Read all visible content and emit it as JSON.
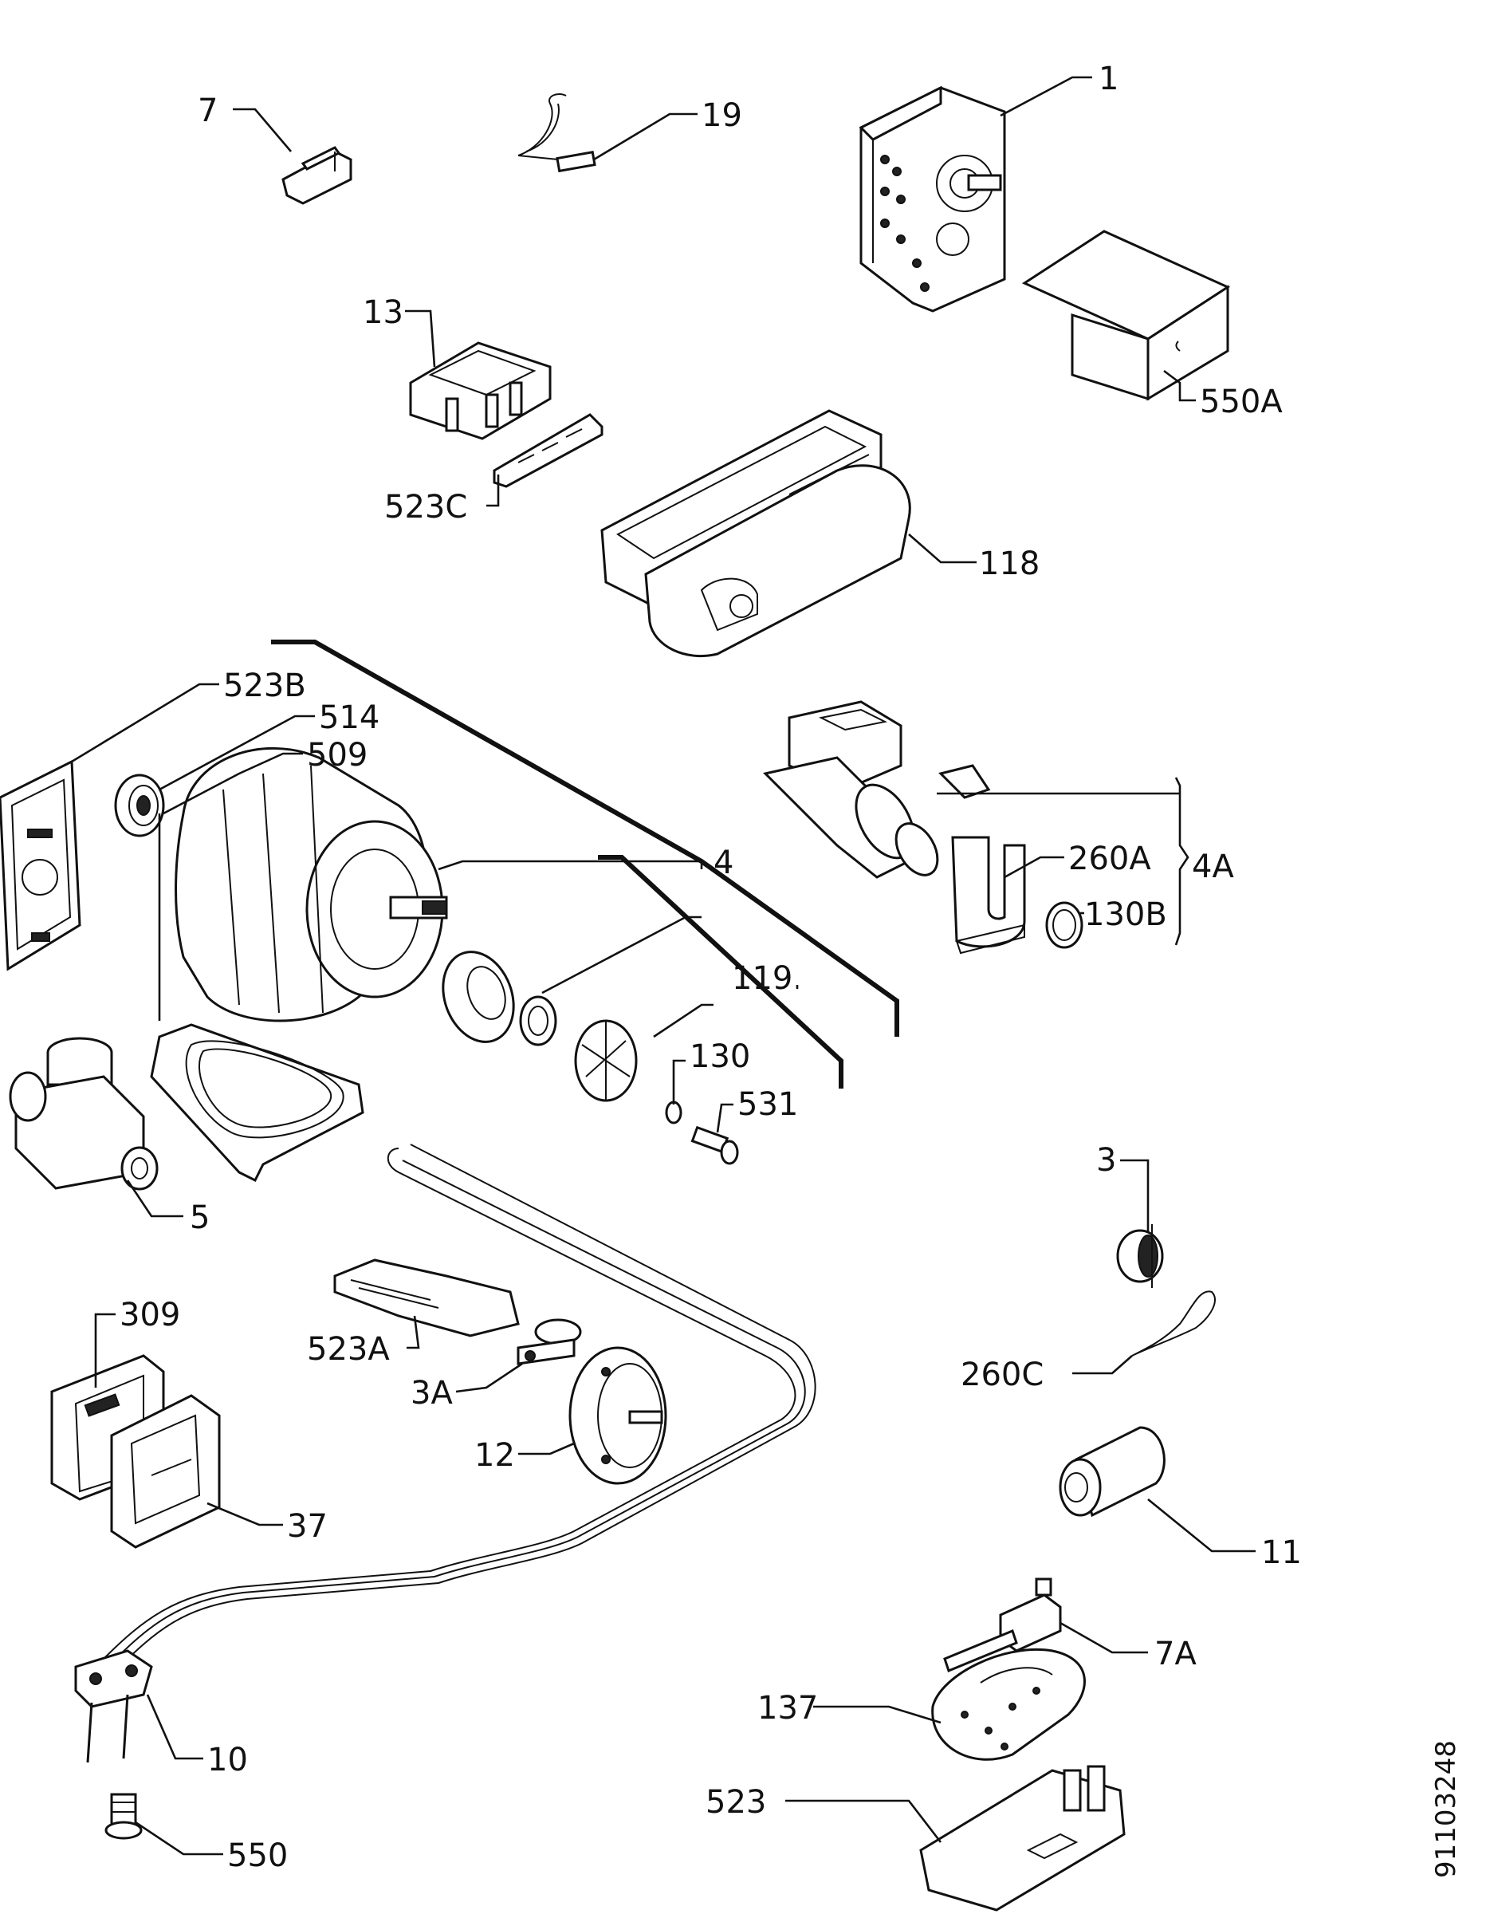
{
  "document_id": "91103248",
  "parts": [
    {
      "key": "p1",
      "label": "1"
    },
    {
      "key": "p7",
      "label": "7"
    },
    {
      "key": "p19",
      "label": "19"
    },
    {
      "key": "p13",
      "label": "13"
    },
    {
      "key": "p550A",
      "label": "550A"
    },
    {
      "key": "p523C",
      "label": "523C"
    },
    {
      "key": "p118",
      "label": "118"
    },
    {
      "key": "p523B",
      "label": "523B"
    },
    {
      "key": "p514",
      "label": "514"
    },
    {
      "key": "p509",
      "label": "509"
    },
    {
      "key": "p4",
      "label": "4"
    },
    {
      "key": "p260A",
      "label": "260A"
    },
    {
      "key": "p4A",
      "label": "4A"
    },
    {
      "key": "p130B",
      "label": "130B"
    },
    {
      "key": "p119",
      "label": "119"
    },
    {
      "key": "p130",
      "label": "130"
    },
    {
      "key": "p531",
      "label": "531"
    },
    {
      "key": "p5",
      "label": "5"
    },
    {
      "key": "p3",
      "label": "3"
    },
    {
      "key": "p309",
      "label": "309"
    },
    {
      "key": "p523A",
      "label": "523A"
    },
    {
      "key": "p3A",
      "label": "3A"
    },
    {
      "key": "p260C",
      "label": "260C"
    },
    {
      "key": "p12",
      "label": "12"
    },
    {
      "key": "p37",
      "label": "37"
    },
    {
      "key": "p11",
      "label": "11"
    },
    {
      "key": "p7A",
      "label": "7A"
    },
    {
      "key": "p137",
      "label": "137"
    },
    {
      "key": "p10",
      "label": "10"
    },
    {
      "key": "p523",
      "label": "523"
    },
    {
      "key": "p550",
      "label": "550"
    }
  ]
}
